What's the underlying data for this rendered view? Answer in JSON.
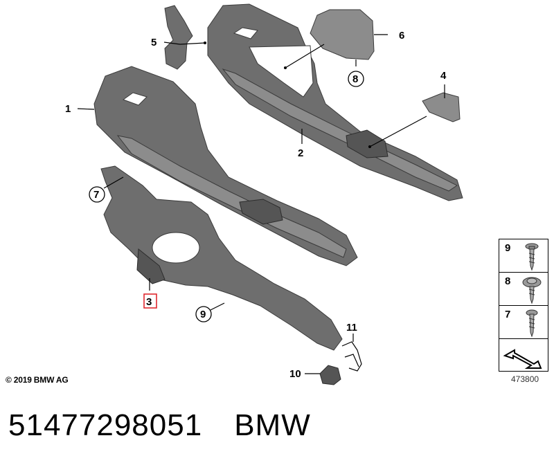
{
  "diagram": {
    "callouts": [
      {
        "id": "1",
        "label": "1"
      },
      {
        "id": "2",
        "label": "2"
      },
      {
        "id": "3",
        "label": "3"
      },
      {
        "id": "4",
        "label": "4"
      },
      {
        "id": "5",
        "label": "5"
      },
      {
        "id": "6",
        "label": "6"
      },
      {
        "id": "7",
        "label": "7"
      },
      {
        "id": "8",
        "label": "8"
      },
      {
        "id": "9",
        "label": "9"
      },
      {
        "id": "10",
        "label": "10"
      },
      {
        "id": "11",
        "label": "11"
      }
    ],
    "highlight_color": "#e0282e"
  },
  "legend": {
    "items": [
      {
        "label": "9",
        "icon": "screw-with-washer-icon"
      },
      {
        "label": "8",
        "icon": "collar-screw-icon"
      },
      {
        "label": "7",
        "icon": "tapping-screw-icon"
      },
      {
        "label": "",
        "icon": "arrow-symbol-icon"
      }
    ],
    "reference": "473800"
  },
  "copyright": "© 2019 BMW AG",
  "footer": {
    "part_number": "51477298051",
    "brand": "BMW"
  }
}
